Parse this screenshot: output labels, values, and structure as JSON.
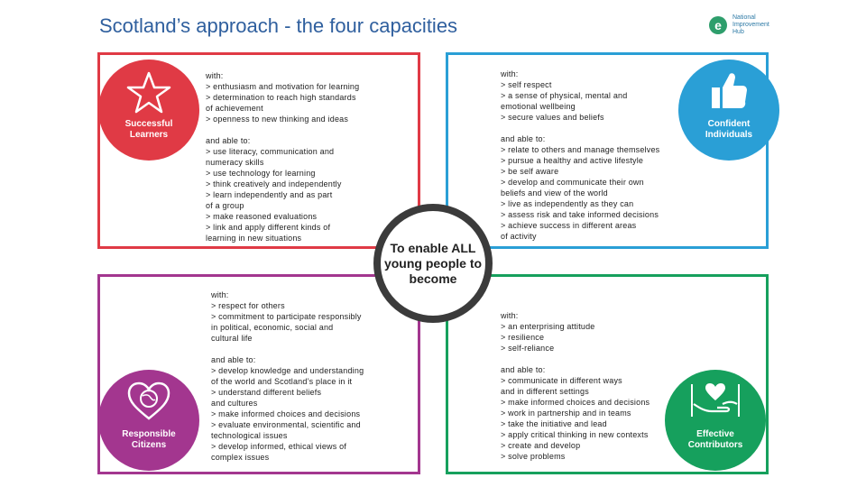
{
  "title": "Scotland’s approach - the four capacities",
  "logo": {
    "mark": "e",
    "line1": "National",
    "line2": "Improvement",
    "line3": "Hub"
  },
  "center_text": "To enable ALL young people to become",
  "colors": {
    "red": "#e03a45",
    "blue": "#2a9fd6",
    "purple": "#a3368f",
    "green": "#16a05d",
    "title": "#2f5f9e"
  },
  "successful": {
    "label": "Successful Learners",
    "icon": "star-icon",
    "with": [
      "with:",
      "> enthusiasm and motivation for learning",
      "> determination to reach high standards",
      "of achievement",
      "> openness to new thinking and ideas"
    ],
    "able": [
      "and able to:",
      "> use literacy, communication and",
      "numeracy skills",
      "> use technology for learning",
      "> think creatively and independently",
      "> learn independently and as part",
      "of a group",
      "> make reasoned evaluations",
      "> link and apply different kinds of",
      "learning in new situations"
    ]
  },
  "confident": {
    "label": "Confident Individuals",
    "icon": "thumbs-up-icon",
    "with": [
      "with:",
      "> self respect",
      "> a sense of physical, mental and",
      "emotional wellbeing",
      "> secure values and beliefs"
    ],
    "able": [
      "and able to:",
      "> relate to others and manage themselves",
      "> pursue a healthy and active lifestyle",
      "> be self aware",
      "> develop and communicate their own",
      "beliefs and view of the world",
      "> live as independently as they can",
      "> assess risk and take informed decisions",
      "> achieve success in different areas",
      "of activity"
    ]
  },
  "responsible": {
    "label": "Responsible Citizens",
    "icon": "heart-globe-icon",
    "with": [
      "with:",
      "> respect for others",
      "> commitment to participate responsibly",
      "in political, economic, social and",
      "cultural life"
    ],
    "able": [
      "and able to:",
      "> develop knowledge and understanding",
      "of the world and Scotland’s place in it",
      "> understand different beliefs",
      "and cultures",
      "> make informed choices and decisions",
      "> evaluate environmental, scientific and",
      "technological issues",
      "> develop informed, ethical views of",
      "complex issues"
    ]
  },
  "effective": {
    "label": "Effective Contributors",
    "icon": "hands-heart-icon",
    "with": [
      "with:",
      "> an enterprising attitude",
      "> resilience",
      "> self-reliance"
    ],
    "able": [
      "and able to:",
      "> communicate in different ways",
      "and in different settings",
      "> make informed choices and decisions",
      "> work in partnership and in teams",
      "> take the initiative and lead",
      "> apply critical thinking in new contexts",
      "> create and develop",
      "> solve problems"
    ]
  }
}
